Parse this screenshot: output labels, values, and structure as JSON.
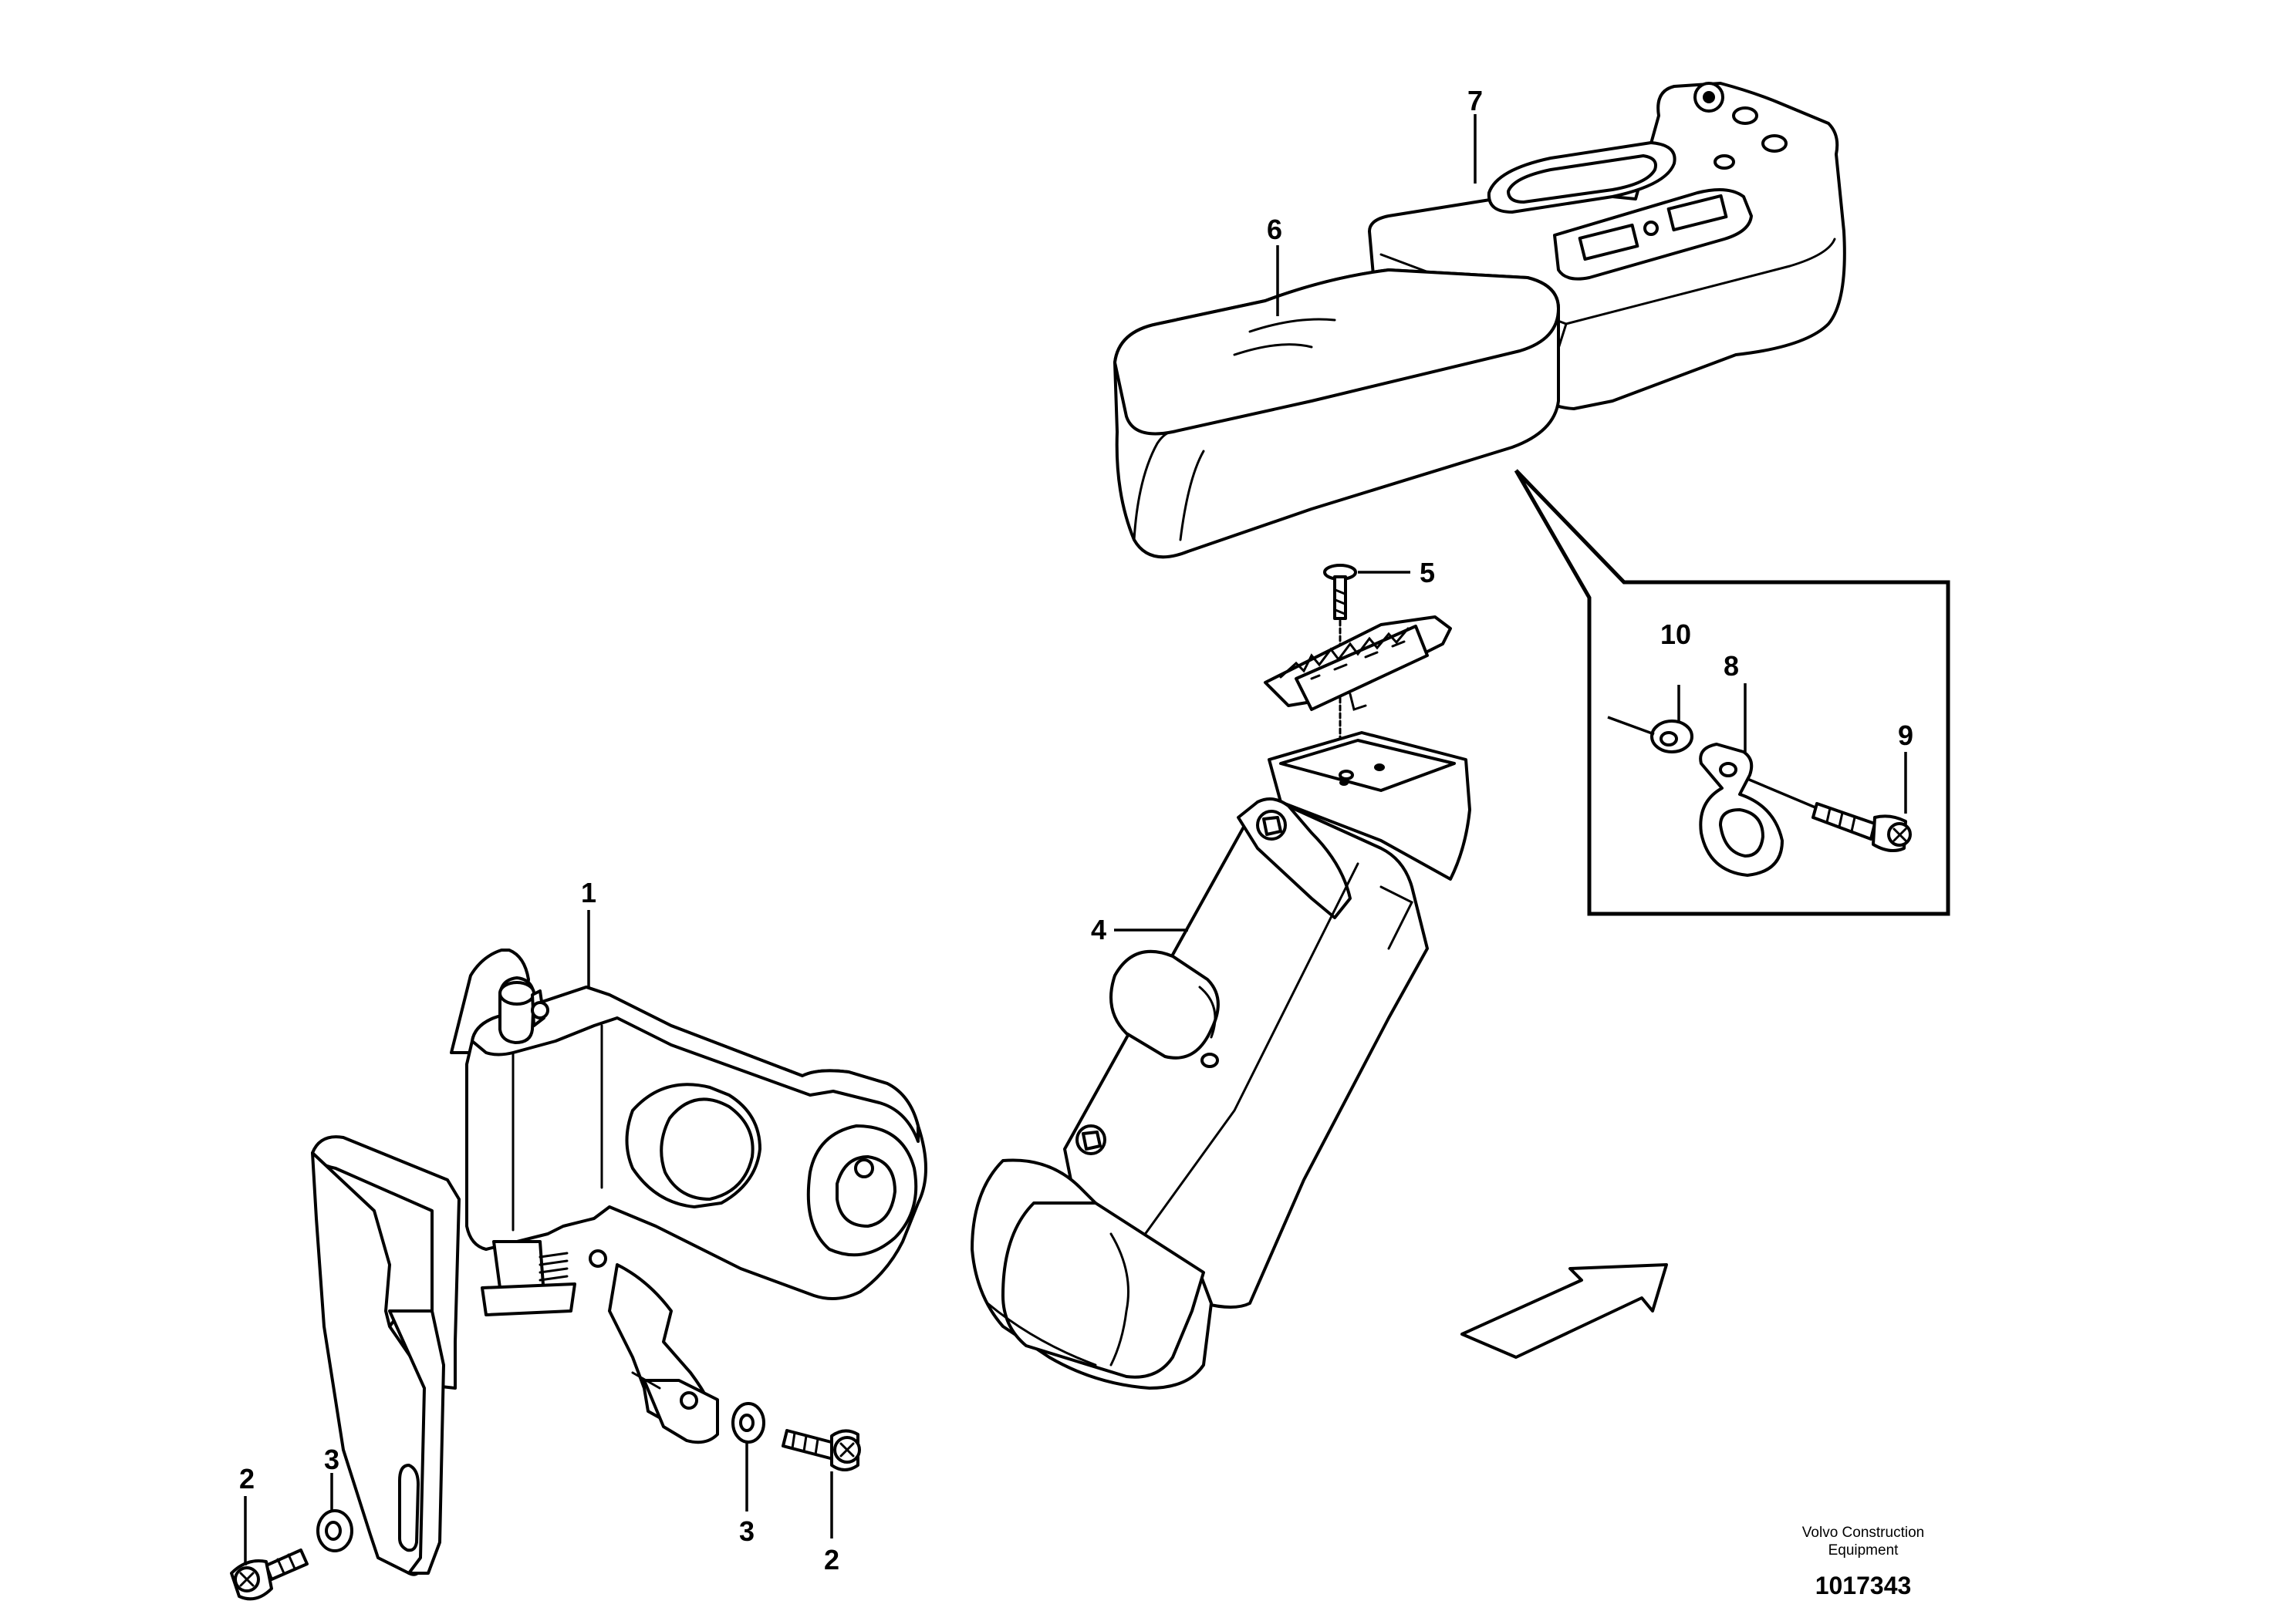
{
  "callouts": {
    "c1": "1",
    "c2a": "2",
    "c2b": "2",
    "c3a": "3",
    "c3b": "3",
    "c4": "4",
    "c5": "5",
    "c6": "6",
    "c7": "7",
    "c8": "8",
    "c9": "9",
    "c10": "10"
  },
  "credit": {
    "line1": "Volvo Construction",
    "line2": "Equipment"
  },
  "diagram_number": "1017343",
  "colors": {
    "line": "#000000",
    "background": "#ffffff"
  }
}
